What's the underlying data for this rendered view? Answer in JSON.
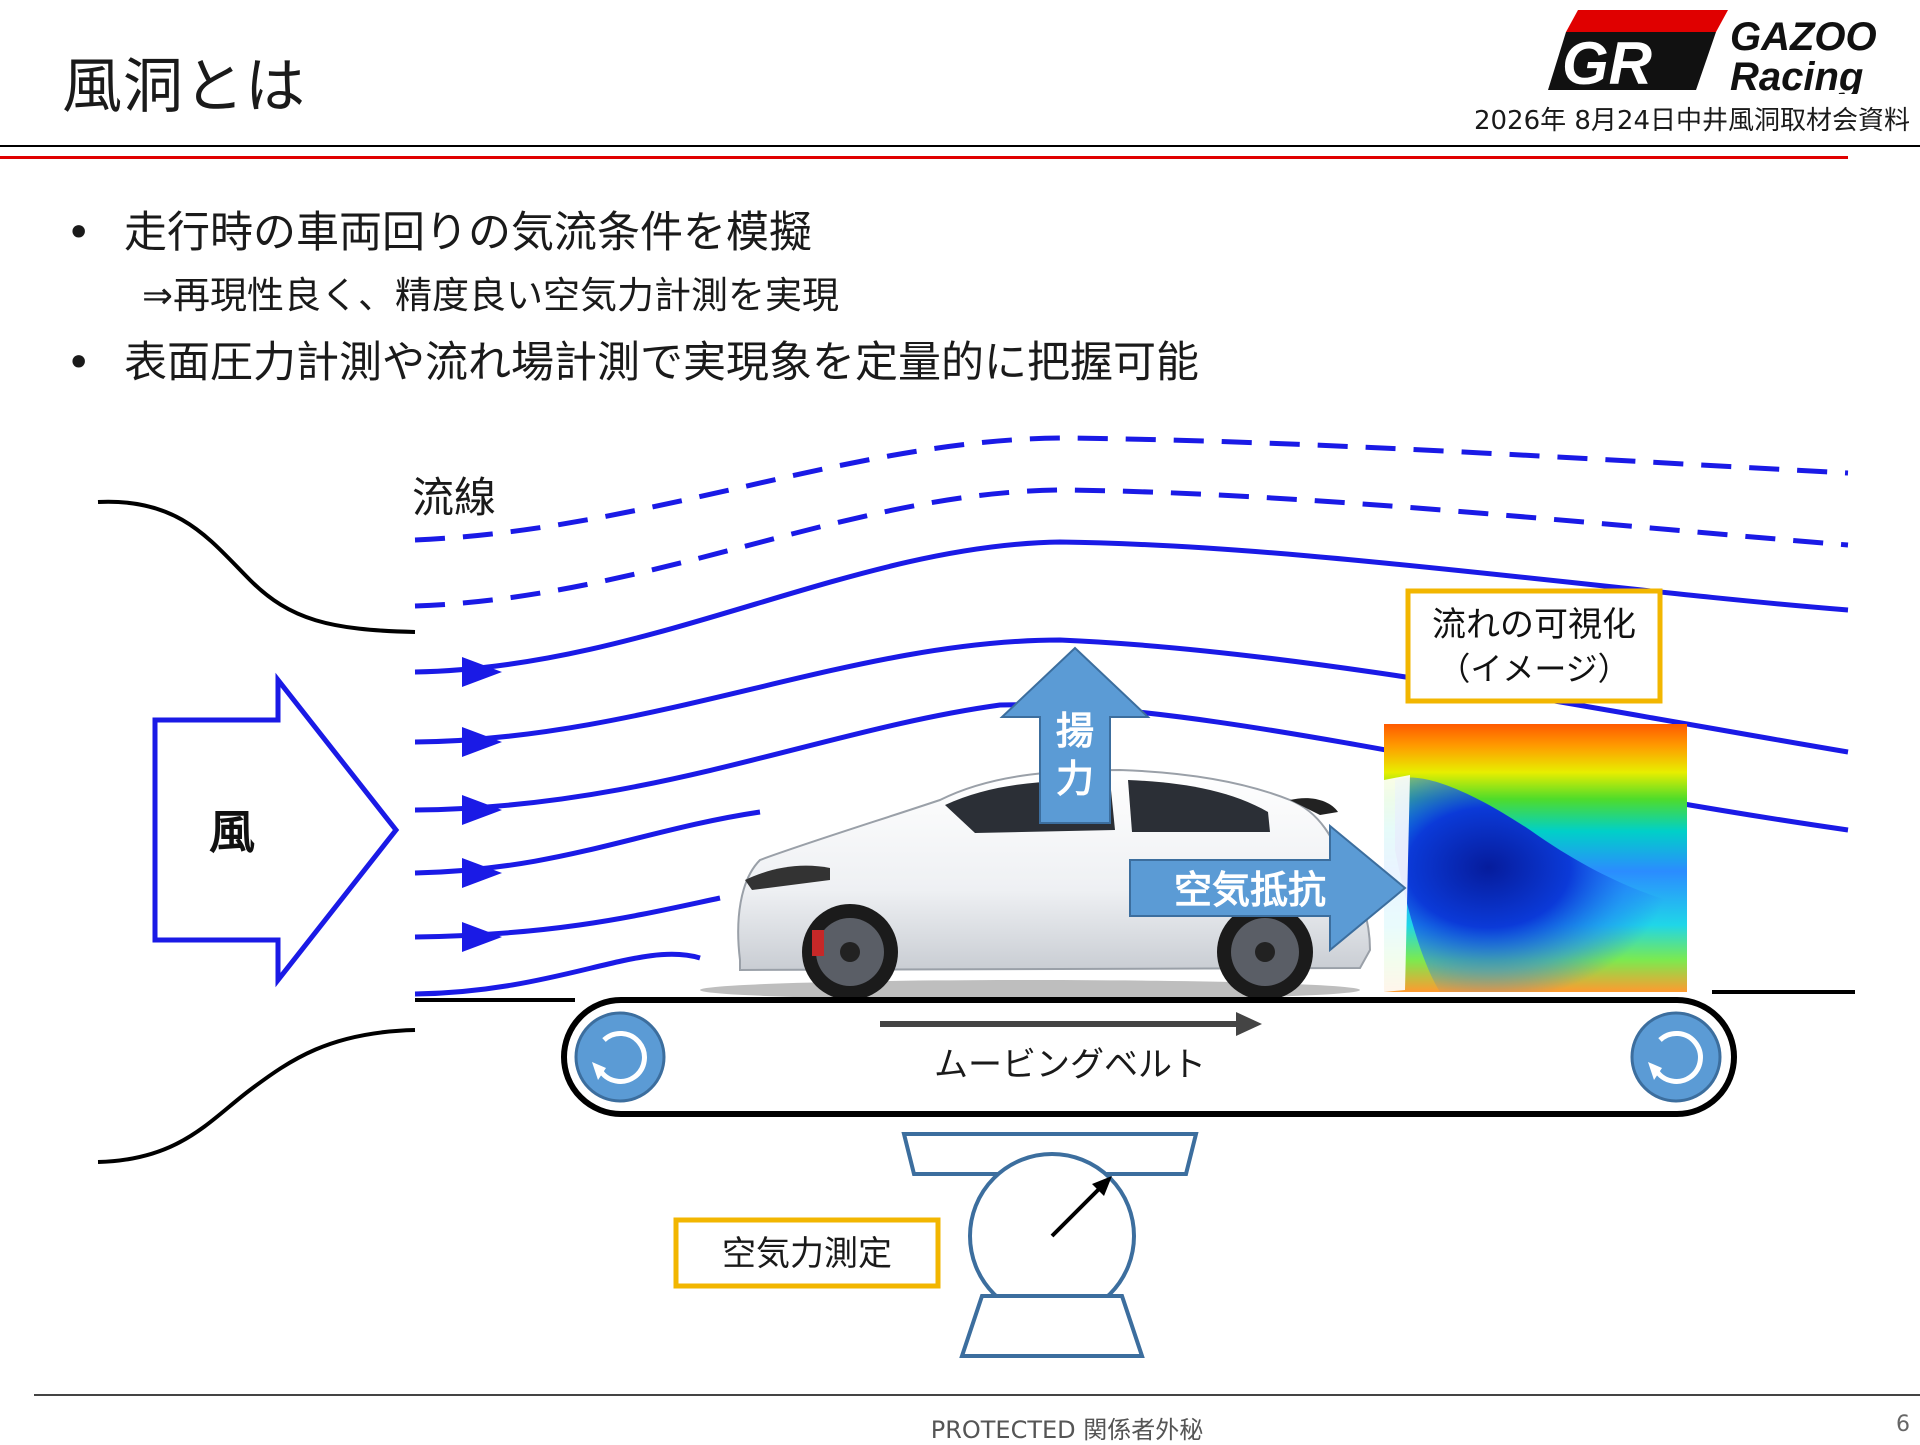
{
  "header": {
    "title": "風洞とは",
    "logo_gr": "GR",
    "logo_line1": "GAZOO",
    "logo_line2": "Racing",
    "doc_date": "2026年 8月24日中井風洞取材会資料"
  },
  "bullets": {
    "b1": "走行時の車両回りの気流条件を模擬",
    "b2": "⇒再現性良く、精度良い空気力計測を実現",
    "b3": "表面圧力計測や流れ場計測で実現象を定量的に把握可能"
  },
  "diagram": {
    "streamlines_label": "流線",
    "wind_label": "風",
    "lift_label_1": "揚",
    "lift_label_2": "力",
    "drag_label": "空気抵抗",
    "flow_vis_label_1": "流れの可視化",
    "flow_vis_label_2": "（イメージ）",
    "belt_label": "ムービングベルト",
    "balance_label": "空気力測定"
  },
  "footer": {
    "text": "PROTECTED 関係者外秘",
    "page": "6"
  },
  "colors": {
    "streamline": "#1a1ae6",
    "arrow_fill": "#5b9bd5",
    "callout_border": "#f2b600",
    "accent_red": "#e00000",
    "balance_stroke": "#3c6e9e"
  }
}
